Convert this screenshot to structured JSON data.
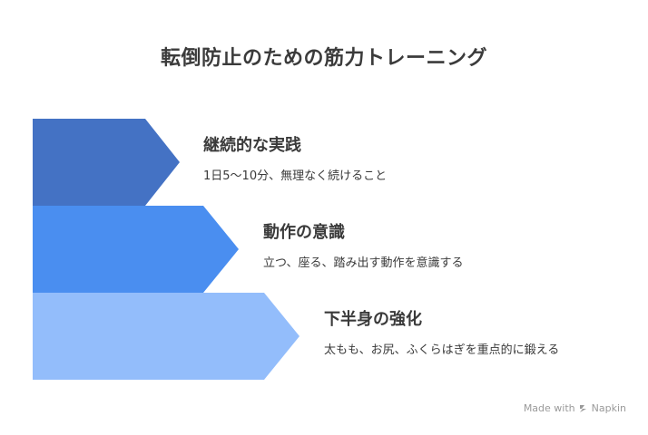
{
  "title": "転倒防止のための筋力トレーニング",
  "steps": [
    {
      "title": "継続的な実践",
      "description": "1日5〜10分、無理なく続けること",
      "color": "#4472c4"
    },
    {
      "title": "動作の意識",
      "description": "立つ、座る、踏み出す動作を意識する",
      "color": "#4a8ef0"
    },
    {
      "title": "下半身の強化",
      "description": "太もも、お尻、ふくらはぎを重点的に鍛える",
      "color": "#93bdfb"
    }
  ],
  "footer": {
    "made_with": "Made with",
    "brand": "Napkin",
    "brand_icon": "napkin-logo-icon"
  }
}
